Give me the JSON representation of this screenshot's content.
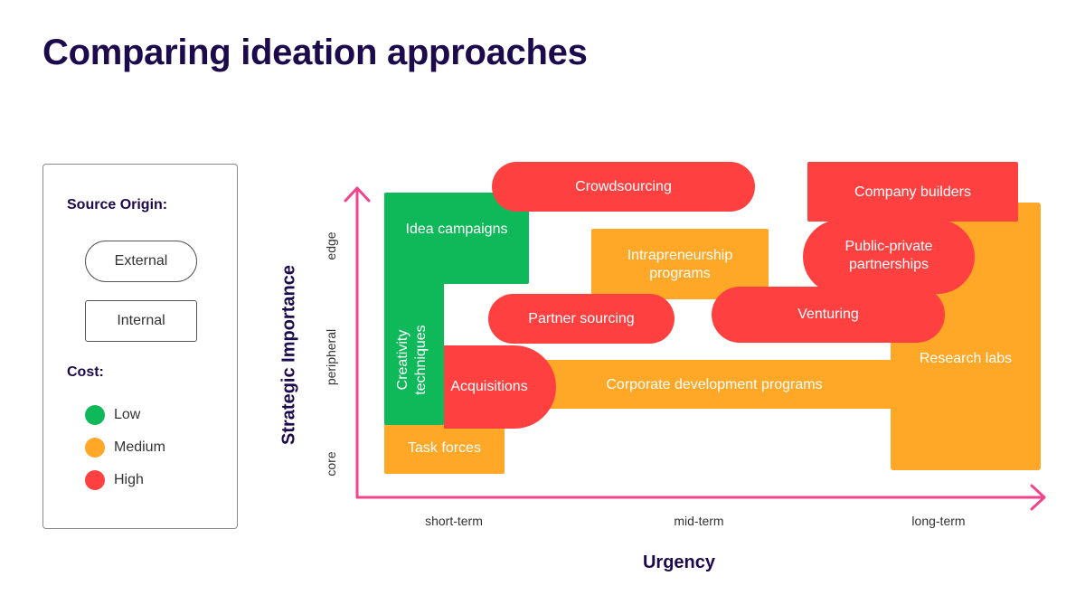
{
  "title": "Comparing ideation approaches",
  "legend": {
    "source_heading": "Source Origin:",
    "external": "External",
    "internal": "Internal",
    "cost_heading": "Cost:",
    "costs": [
      {
        "label": "Low",
        "color": "#0fb95a"
      },
      {
        "label": "Medium",
        "color": "#ffa726"
      },
      {
        "label": "High",
        "color": "#ff4040"
      }
    ]
  },
  "axes": {
    "x_title": "Urgency",
    "y_title": "Strategic Importance",
    "x_ticks": [
      "short-term",
      "mid-term",
      "long-term"
    ],
    "y_ticks": [
      "core",
      "peripheral",
      "edge"
    ],
    "axis_color": "#f0458c"
  },
  "approaches": {
    "crowdsourcing": "Crowdsourcing",
    "company_builders": "Company builders",
    "idea_campaigns": "Idea campaigns",
    "intrapreneurship": "Intrapreneurship programs",
    "public_private": "Public-private partnerships",
    "partner_sourcing": "Partner sourcing",
    "venturing": "Venturing",
    "research_labs": "Research labs",
    "creativity": "Creativity techniques",
    "acquisitions": "Acquisitions",
    "corporate_dev": "Corporate development programs",
    "task_forces": "Task forces"
  }
}
